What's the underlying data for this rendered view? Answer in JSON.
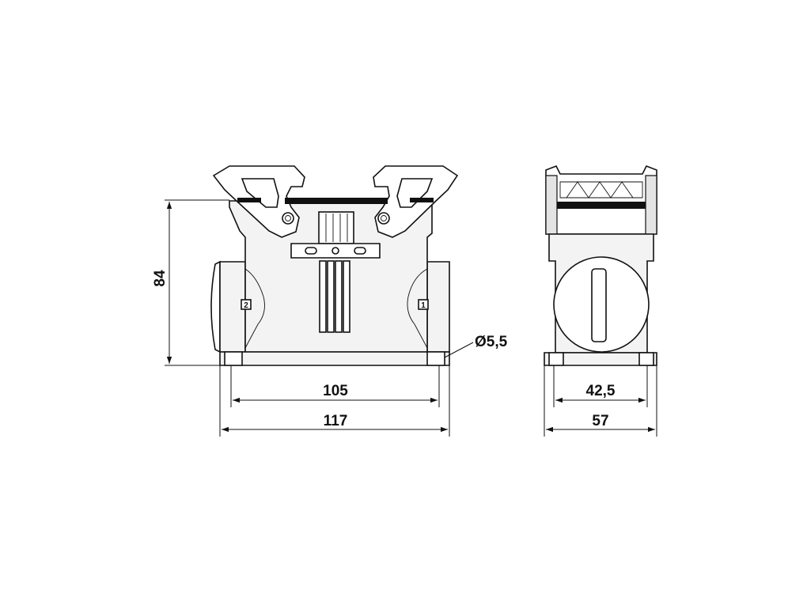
{
  "dimensions": {
    "height": "84",
    "hole_spacing": "105",
    "overall_width": "117",
    "hole_diameter": "Ø5,5",
    "side_hole_spacing": "42,5",
    "side_width": "57"
  },
  "markers": {
    "left": "2",
    "right": "1"
  }
}
